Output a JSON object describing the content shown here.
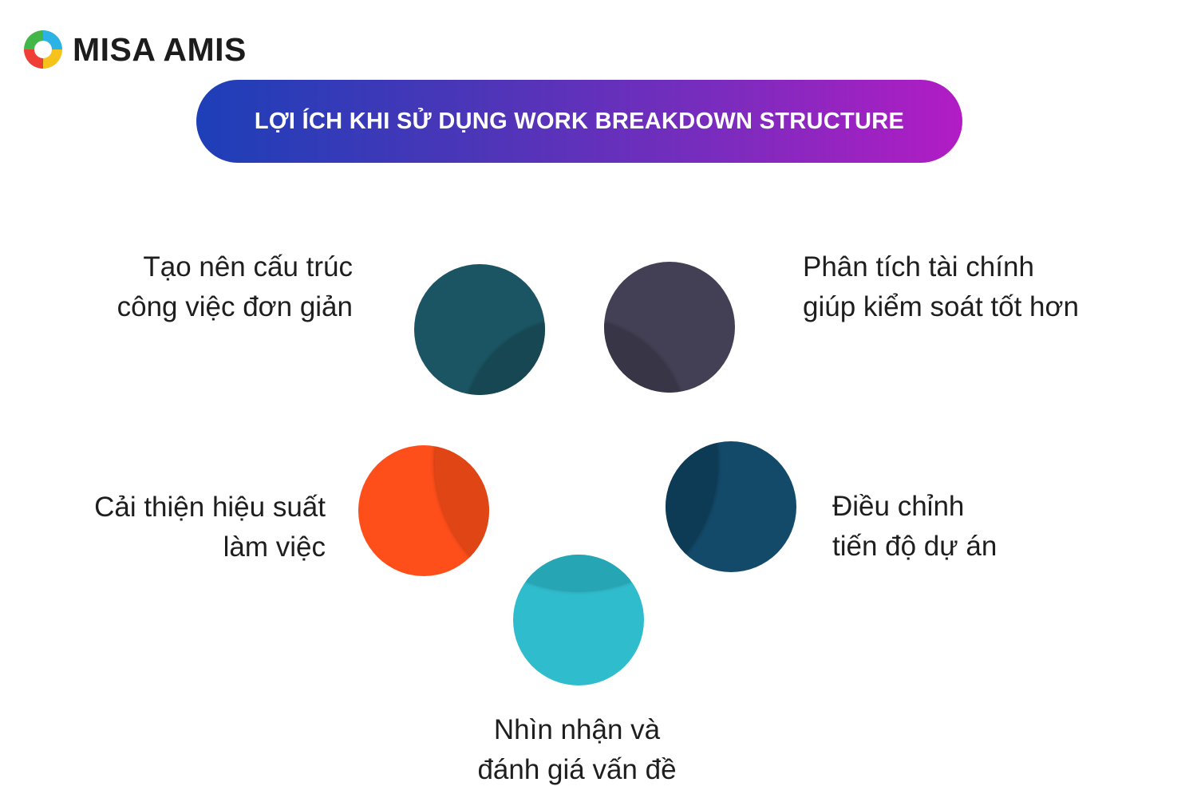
{
  "brand": {
    "name": "MISA AMIS",
    "logo_icon": "misa-amis-swirl-logo"
  },
  "banner": {
    "title": "LỢI ÍCH KHI SỬ DỤNG WORK BREAKDOWN STRUCTURE"
  },
  "benefits": [
    {
      "lines": [
        "Tạo nên cấu trúc",
        "công việc đơn giản"
      ],
      "color": "#1b5563",
      "shade": "#154752"
    },
    {
      "lines": [
        "Phân tích tài chính",
        "giúp kiểm soát tốt hơn"
      ],
      "color": "#433f54",
      "shade": "#383447"
    },
    {
      "lines": [
        "Cải thiện hiệu suất",
        "làm việc"
      ],
      "color": "#fe4e1a",
      "shade": "#e04516"
    },
    {
      "lines": [
        "Điều chỉnh",
        "tiến độ dự án"
      ],
      "color": "#134a6a",
      "shade": "#0e3b56"
    },
    {
      "lines": [
        "Nhìn nhận và",
        "đánh giá vấn đề"
      ],
      "color": "#2fbccd",
      "shade": "#27a5b4"
    }
  ]
}
